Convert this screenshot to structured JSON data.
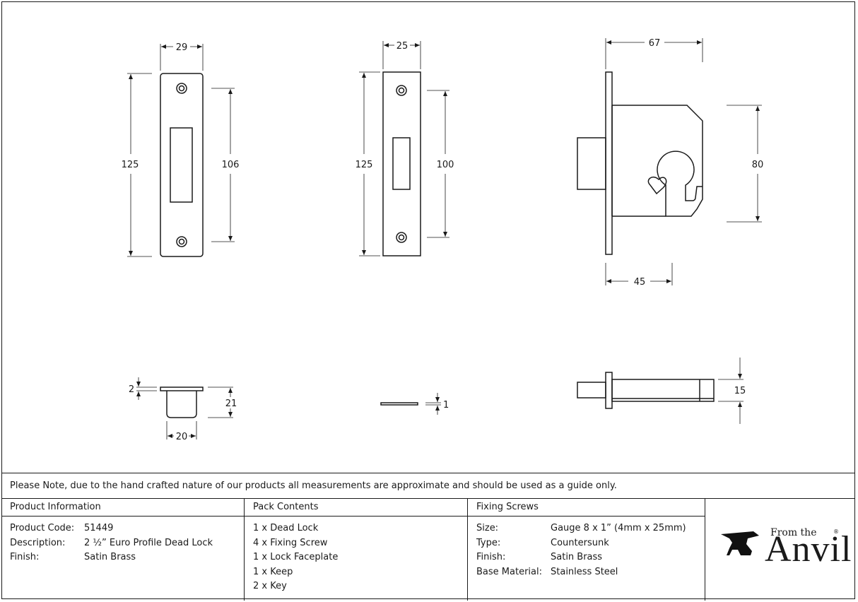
{
  "dimensions": {
    "keep_width": "29",
    "keep_height": "125",
    "keep_fixing_centres": "106",
    "faceplate_width": "25",
    "faceplate_height": "125",
    "faceplate_fixing_centres": "100",
    "body_depth": "67",
    "body_height": "80",
    "backset": "45",
    "keep_lip": "2",
    "keep_depth": "21",
    "keep_box_width": "20",
    "faceplate_thickness": "1",
    "lock_thickness": "15"
  },
  "note": "Please Note, due to the hand crafted nature of our products all measurements are approximate and should be used as a guide only.",
  "product_information": {
    "heading": "Product Information",
    "rows": [
      {
        "label": "Product Code:",
        "value": "51449"
      },
      {
        "label": "Description:",
        "value": "2 ½” Euro Profile Dead Lock"
      },
      {
        "label": "Finish:",
        "value": "Satin Brass"
      }
    ]
  },
  "pack_contents": {
    "heading": "Pack Contents",
    "items": [
      "1 x Dead Lock",
      "4 x Fixing Screw",
      "1 x Lock Faceplate",
      "1 x Keep",
      "2 x Key"
    ]
  },
  "fixing_screws": {
    "heading": "Fixing Screws",
    "rows": [
      {
        "label": "Size:",
        "value": "Gauge 8 x 1” (4mm x 25mm)"
      },
      {
        "label": "Type:",
        "value": "Countersunk"
      },
      {
        "label": "Finish:",
        "value": "Satin Brass"
      },
      {
        "label": "Base Material:",
        "value": "Stainless Steel"
      }
    ]
  },
  "logo": {
    "from_the": "From the",
    "brand": "Anvil",
    "registered": "®"
  }
}
